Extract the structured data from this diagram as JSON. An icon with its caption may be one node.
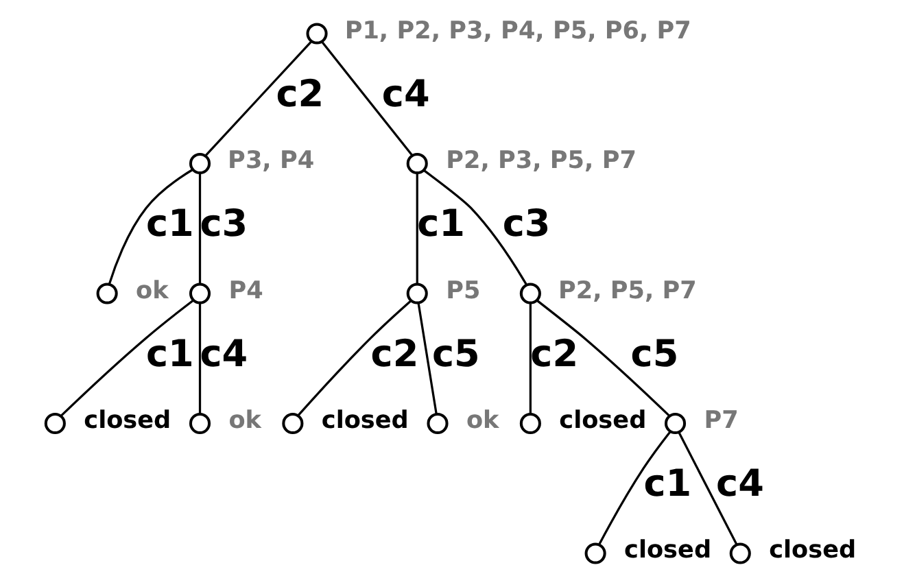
{
  "diagram": {
    "nodes": [
      {
        "text": [],
        "shape": "circle",
        "beside": [
          "P1, P2, P3, P4, P5, P6, P7"
        ]
      },
      {
        "text": [],
        "shape": "circle",
        "beside": [
          "P3, P4"
        ]
      },
      {
        "text": [],
        "shape": "circle",
        "beside": [
          "P2, P3, P5, P7"
        ]
      },
      {
        "text": [],
        "shape": "circle",
        "beside": [
          "ok"
        ]
      },
      {
        "text": [],
        "shape": "circle",
        "beside": [
          "P4"
        ]
      },
      {
        "text": [],
        "shape": "circle",
        "beside": [
          "P5"
        ]
      },
      {
        "text": [],
        "shape": "circle",
        "beside": [
          "P2, P5, P7"
        ]
      },
      {
        "text": [],
        "shape": "circle",
        "beside": [
          "closed"
        ]
      },
      {
        "text": [],
        "shape": "circle",
        "beside": [
          "ok"
        ]
      },
      {
        "text": [],
        "shape": "circle",
        "beside": [
          "closed"
        ]
      },
      {
        "text": [],
        "shape": "circle",
        "beside": [
          "ok"
        ]
      },
      {
        "text": [],
        "shape": "circle",
        "beside": [
          "closed"
        ]
      },
      {
        "text": [],
        "shape": "circle",
        "beside": [
          "P7"
        ]
      },
      {
        "text": [],
        "shape": "circle",
        "beside": [
          "closed"
        ]
      },
      {
        "text": [],
        "shape": "circle",
        "beside": [
          "closed"
        ]
      }
    ],
    "edges": [
      {
        "from": 0,
        "to": 1,
        "arrow": "none",
        "label": "c2"
      },
      {
        "from": 0,
        "to": 2,
        "arrow": "none",
        "label": "c4"
      },
      {
        "from": 1,
        "to": 3,
        "arrow": "none",
        "label": "c1"
      },
      {
        "from": 1,
        "to": 4,
        "arrow": "none",
        "label": "c3"
      },
      {
        "from": 2,
        "to": 5,
        "arrow": "none",
        "label": "c1"
      },
      {
        "from": 2,
        "to": 6,
        "arrow": "none",
        "label": "c3"
      },
      {
        "from": 4,
        "to": 7,
        "arrow": "none",
        "label": "c1"
      },
      {
        "from": 4,
        "to": 8,
        "arrow": "none",
        "label": "c4"
      },
      {
        "from": 5,
        "to": 9,
        "arrow": "none",
        "label": "c2"
      },
      {
        "from": 5,
        "to": 10,
        "arrow": "none",
        "label": "c5"
      },
      {
        "from": 6,
        "to": 11,
        "arrow": "none",
        "label": "c2"
      },
      {
        "from": 6,
        "to": 12,
        "arrow": "none",
        "label": "c5"
      },
      {
        "from": 12,
        "to": 13,
        "arrow": "none",
        "label": "c1"
      },
      {
        "from": 12,
        "to": 14,
        "arrow": "none",
        "label": "c4"
      }
    ]
  }
}
